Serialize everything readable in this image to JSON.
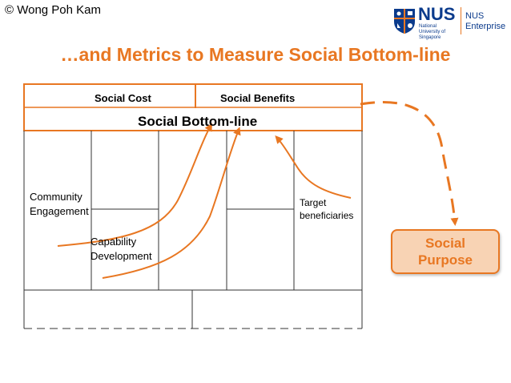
{
  "header": {
    "copyright": "© Wong Poh Kam",
    "logo": {
      "name": "NUS",
      "subtitle": "National University of Singapore",
      "unit_line1": "NUS",
      "unit_line2": "Enterprise"
    }
  },
  "title": "…and Metrics to Measure Social Bottom-line",
  "canvas": {
    "social_cost": "Social Cost",
    "social_benefits": "Social Benefits",
    "social_bottom_line": "Social Bottom-line",
    "community_line1": "Community",
    "community_line2": "Engagement",
    "capability_line1": "Capability",
    "capability_line2": "Development",
    "target_line1": "Target",
    "target_line2": "beneficiaries"
  },
  "purpose": {
    "line1": "Social",
    "line2": "Purpose"
  },
  "colors": {
    "accent": "#e87722",
    "purpose_fill": "#f8d3b4",
    "logo_blue": "#0b3b8c"
  }
}
